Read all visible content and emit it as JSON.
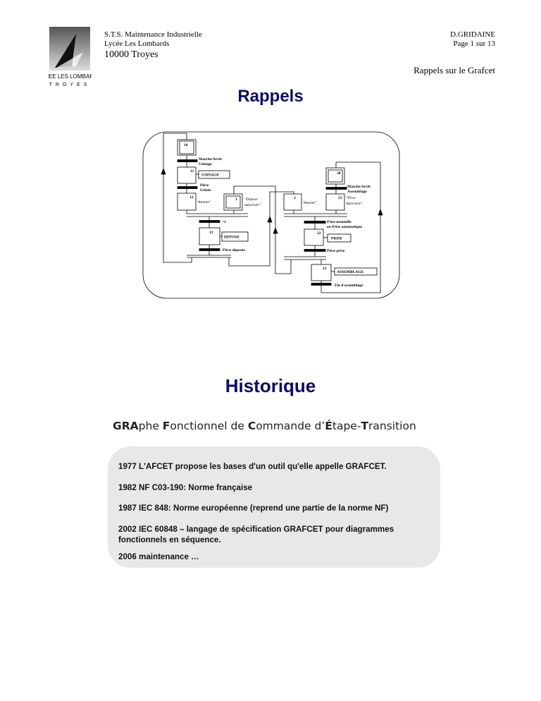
{
  "header": {
    "logo_text": "LYCEE LES LOMBARDS TROYES",
    "school_line1": "S.T.S. Maintenance Industrielle",
    "school_line2": "Lycée Les Lombards",
    "school_city": "10000 Troyes",
    "author": "D.GRIDAINE",
    "page": "Page 1 sur 13",
    "subject": "Rappels sur le Grafcet"
  },
  "section1_title": "Rappels",
  "grafcet": {
    "steps": {
      "s10": "10",
      "s11": "11",
      "s12": "12",
      "s13": "13",
      "s1": "1",
      "s2": "2",
      "s20": "20",
      "s21": "21",
      "s22": "22",
      "s23": "23"
    },
    "actions": {
      "usinage": "USINAGE",
      "depose": "DEPOSE",
      "prise": "PRISE",
      "assemblage": "ASSEMBLAGE"
    },
    "receptivities": {
      "r10_l1": "Marche/Arrêt",
      "r10_l2": "Usinage",
      "r11_l1": "Pièce",
      "r11_l2": "Usinée",
      "r13_above": "=1",
      "r13": "Pièce déposée",
      "r20_l1": "Marche/Arrêt",
      "r20_l2": "Assemblage",
      "r22_l1": "Prise manuelle",
      "r22_l2": "ou Prise automatique",
      "r22": "Pièce prise",
      "r23": "Fin d'assemblage"
    },
    "comments": {
      "c12": "\"Attente\"",
      "c1_l1": "\"Dépose",
      "c1_l2": "autorisée\"",
      "c2": "\"Attente\"",
      "c21_l1": "\"Prise",
      "c21_l2": "Autorisée\""
    }
  },
  "section2_title": "Historique",
  "acronym": [
    {
      "t": "GRA",
      "b": true
    },
    {
      "t": "phe ",
      "b": false
    },
    {
      "t": "F",
      "b": true
    },
    {
      "t": "onctionnel de ",
      "b": false
    },
    {
      "t": "C",
      "b": true
    },
    {
      "t": "ommande d’",
      "b": false
    },
    {
      "t": "É",
      "b": true
    },
    {
      "t": "tape-",
      "b": false
    },
    {
      "t": "T",
      "b": true
    },
    {
      "t": "ransition",
      "b": false
    }
  ],
  "history": [
    "1977 L'AFCET  propose les bases d'un outil qu'elle appelle GRAFCET.",
    "1982 NF C03-190: Norme française",
    "1987 IEC 848: Norme européenne (reprend une partie de la norme NF)",
    "2002 IEC 60848 –  langage de spécification GRAFCET pour diagrammes fonctionnels en séquence.",
    "2006 maintenance …"
  ]
}
